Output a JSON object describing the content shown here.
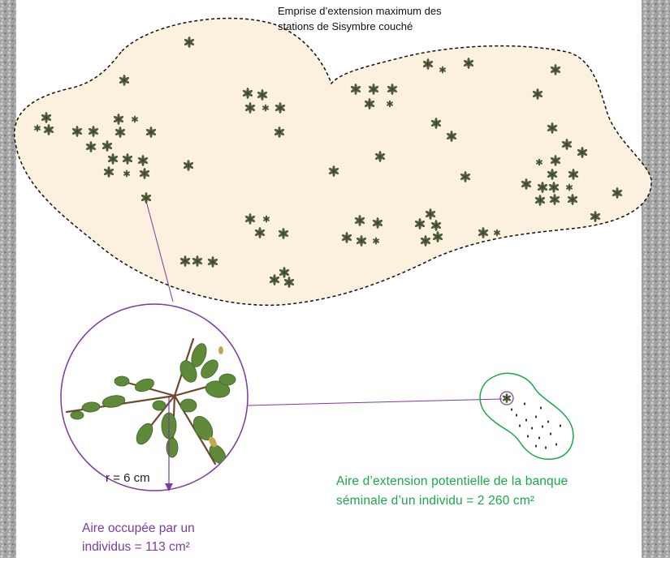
{
  "title": {
    "line1": "Emprise d’extension maximum des",
    "line2": "stations de Sisymbre couché"
  },
  "radius_label": "r = 6 cm",
  "individual_area": {
    "line1": "Aire occupée par un",
    "line2": "individus = 113 cm²"
  },
  "seedbank_area": {
    "line1": "Aire d’extension potentielle de la banque",
    "line2": "séminale d’un individu = 2 260 cm²"
  },
  "colors": {
    "station_fill": "#fcf1de",
    "station_outline": "#111111",
    "plant": "#4f5c3a",
    "purple": "#7b3aa0",
    "green": "#19a84b",
    "gravel": "#9a9a9a"
  }
}
